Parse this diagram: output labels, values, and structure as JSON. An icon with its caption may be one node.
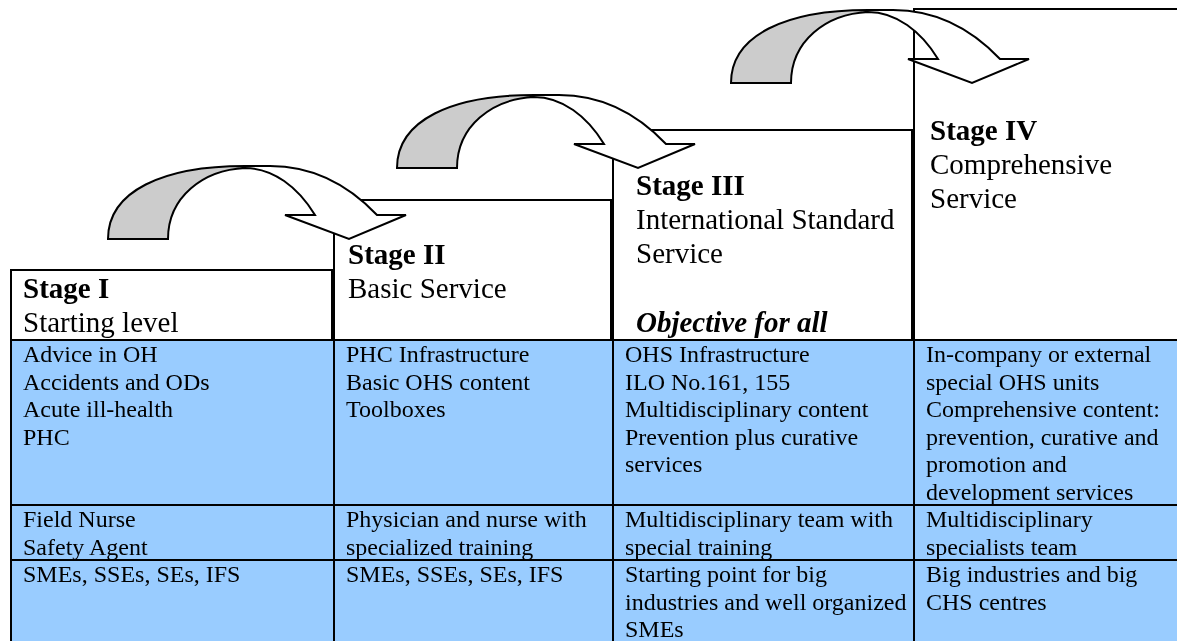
{
  "diagram": {
    "nodes": [
      {
        "text": [
          "Stage I",
          "Starting level"
        ]
      },
      {
        "text": [
          "Stage II",
          "Basic Service"
        ]
      },
      {
        "text": [
          "Stage III",
          "International Standard Service",
          "Objective for all"
        ]
      },
      {
        "text": [
          "Stage IV",
          "Comprehensive Service"
        ]
      }
    ],
    "edges": [
      {
        "from": 0,
        "to": 1,
        "arrow": "to"
      },
      {
        "from": 1,
        "to": 2,
        "arrow": "to"
      },
      {
        "from": 2,
        "to": 3,
        "arrow": "to"
      }
    ],
    "labels": [
      "Advice in OH",
      "Accidents and ODs",
      "Acute ill-health",
      "PHC",
      "PHC Infrastructure",
      "Basic OHS content",
      "Toolboxes",
      "OHS Infrastructure",
      "ILO No.161, 155",
      "Multidisciplinary content",
      "Prevention plus curative services",
      "In-company or external special OHS units",
      "Comprehensive content: prevention, curative and promotion and development services",
      "Field Nurse",
      "Safety Agent",
      "Physician and nurse with specialized training",
      "Multidisciplinary team with special training",
      "Multidisciplinary specialists team",
      "SMEs, SSEs, SEs, IFS",
      "SMEs, SSEs, SEs, IFS",
      "Starting point for big industries and well organized SMEs",
      "Big industries and big CHS centres"
    ]
  }
}
